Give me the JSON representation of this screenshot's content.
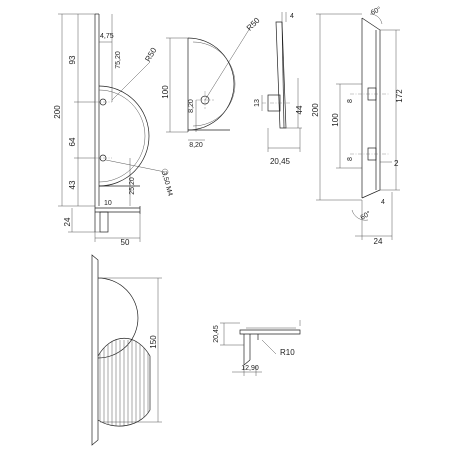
{
  "drawing": {
    "front_view": {
      "dim_total_height": "200",
      "dim_upper": "93",
      "dim_middle": "64",
      "dim_lower": "43",
      "dim_side_offset": "4,75",
      "dim_top_hole": "75,20",
      "dim_radius": "R50",
      "dim_hole_low": "25,20",
      "dim_plate_offset": "10",
      "dim_hole_spec": "3,50 M4"
    },
    "flange_view": {
      "dim_base_height": "24",
      "dim_width": "50"
    },
    "cup_view": {
      "dim_radius": "R50",
      "dim_height": "100",
      "dim_hole_v": "8,20",
      "dim_hole_h": "8,20"
    },
    "side_view": {
      "dim_thickness": "4",
      "dim_boss_dia": "13",
      "dim_depth": "44",
      "dim_width": "20,45"
    },
    "right_view": {
      "dim_angle_top": "60°",
      "dim_total": "200",
      "dim_center": "100",
      "dim_height": "172",
      "dim_hole_upper": "8",
      "dim_hole_lower": "8",
      "dim_lip": "2",
      "dim_edge": "4",
      "dim_angle_bottom": "60°",
      "dim_base": "24"
    },
    "iso_view": {
      "dim_height": "150"
    },
    "detail_view": {
      "dim_height": "20,45",
      "dim_radius": "R10",
      "dim_offset": "12,90"
    }
  }
}
